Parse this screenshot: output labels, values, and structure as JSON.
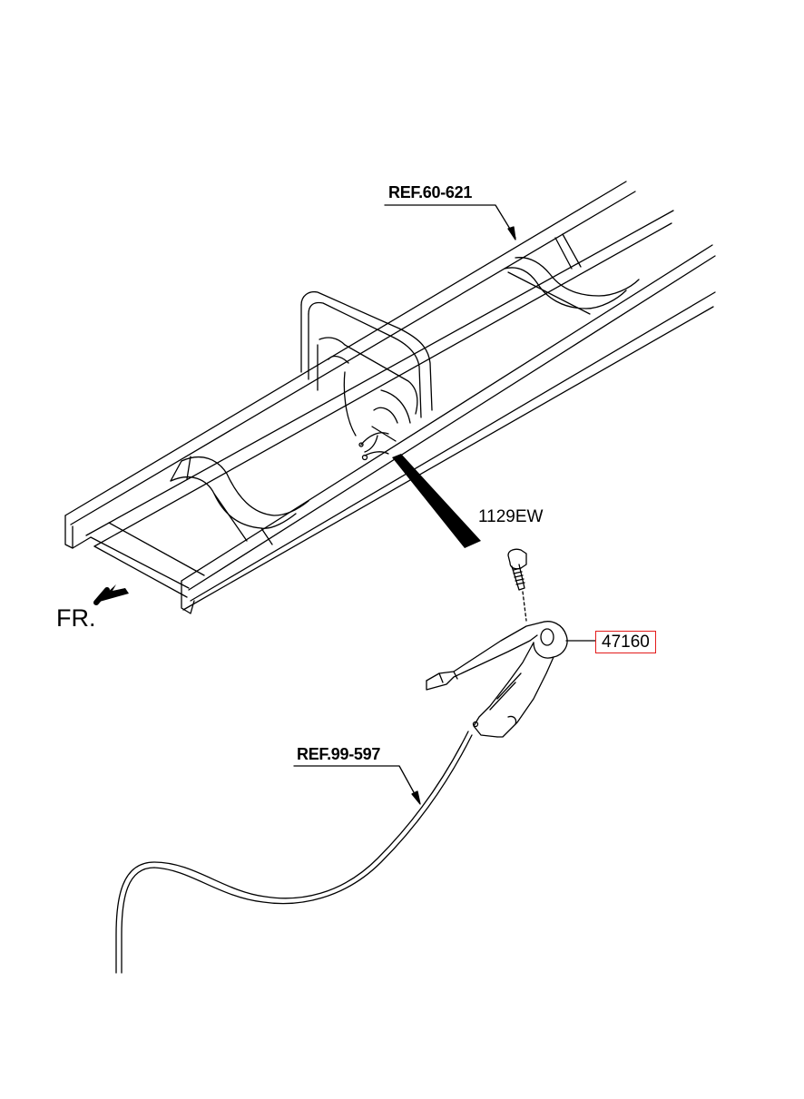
{
  "labels": {
    "frame_ref": "REF.60-621",
    "bolt": "1129EW",
    "lever_assy": "47160",
    "cable_ref": "REF.99-597",
    "front": "FR."
  },
  "colors": {
    "line": "#000000",
    "highlight_box": "#e31b1b",
    "background": "#ffffff"
  },
  "icons": {
    "front_arrow": "arrow-left-down-icon"
  }
}
